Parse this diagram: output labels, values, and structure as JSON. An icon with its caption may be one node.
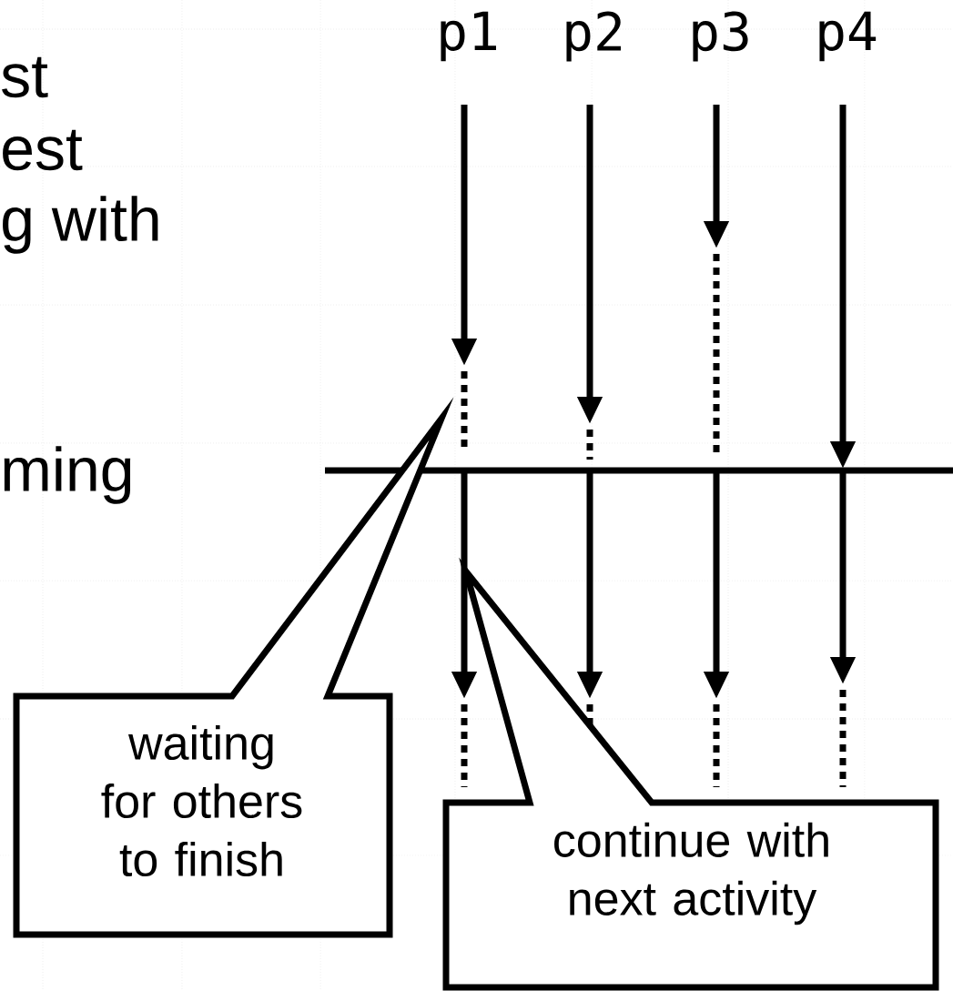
{
  "diagram": {
    "nodes": [
      {
        "text": [
          "waiting for others to finish"
        ]
      },
      {
        "text": [
          "continue with next activity"
        ]
      }
    ],
    "labels": [
      "p1",
      "p2",
      "p3",
      "p4",
      "st",
      "est",
      "g with",
      "ming"
    ]
  }
}
